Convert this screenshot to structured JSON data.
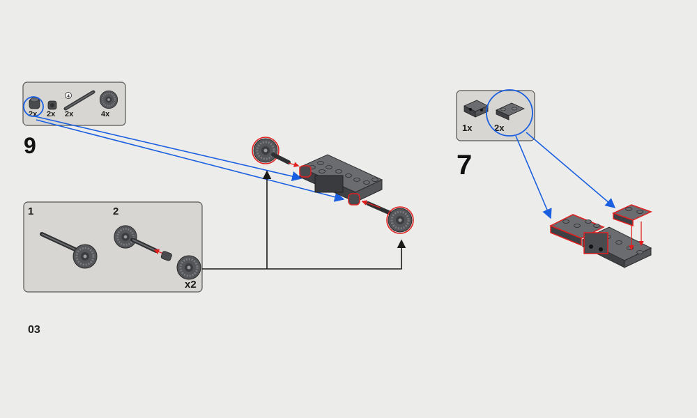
{
  "page_number": "03",
  "step9": {
    "number": "9",
    "parts": [
      {
        "qty": "2x",
        "icon": "round-brick-icon"
      },
      {
        "qty": "2x",
        "icon": "connector-peg-icon"
      },
      {
        "qty": "2x",
        "icon": "axle-icon",
        "length_badge": "4"
      },
      {
        "qty": "4x",
        "icon": "gear-icon"
      }
    ],
    "subassembly": {
      "sub_steps": [
        "1",
        "2"
      ],
      "multiplier": "x2"
    }
  },
  "step7": {
    "number": "7",
    "parts": [
      {
        "qty": "1x",
        "icon": "plate-with-holes-icon"
      },
      {
        "qty": "2x",
        "icon": "plate-with-pin-icon"
      }
    ]
  },
  "colors": {
    "background": "#ececea",
    "panel": "#d7d6d2",
    "brick_dark": "#4a4b4e",
    "brick_mid": "#6b6c70",
    "highlight_red": "#e02020",
    "arrow_blue": "#1a5fe0",
    "arrow_black": "#1a1a1a"
  }
}
